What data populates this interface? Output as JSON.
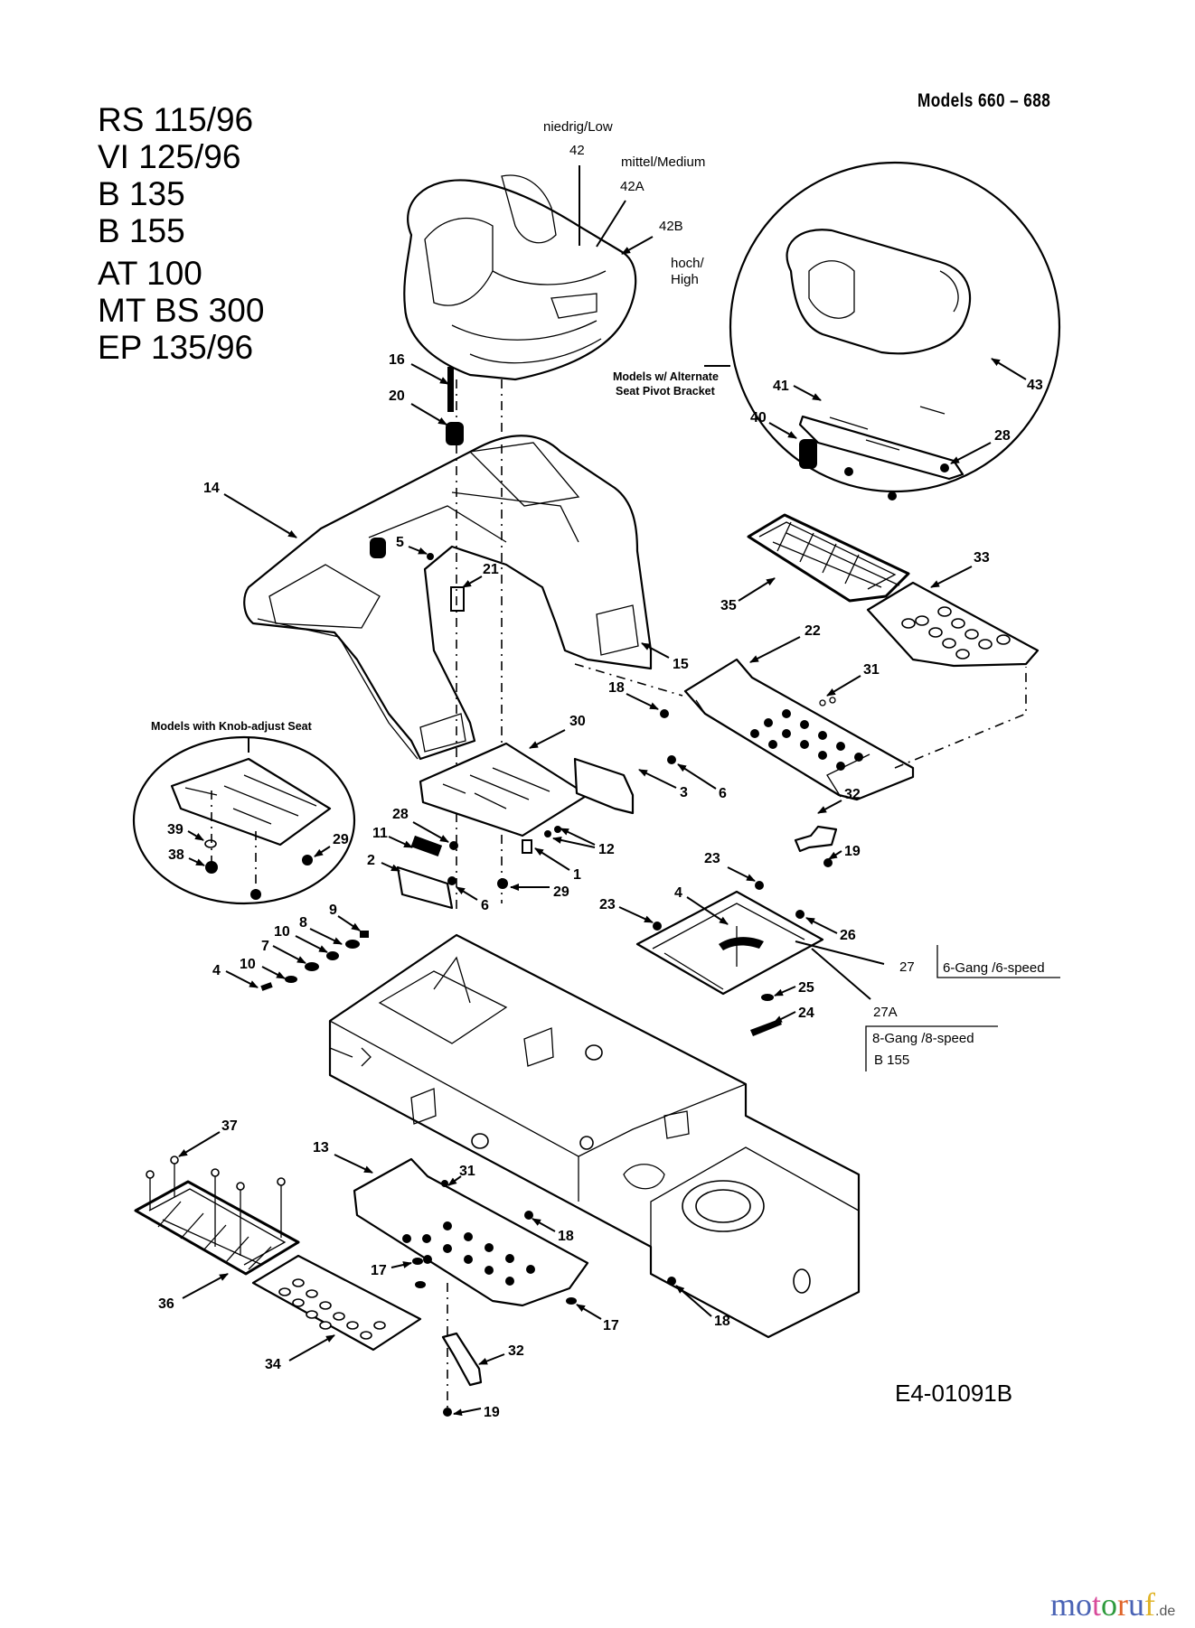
{
  "header": {
    "models_list": [
      "RS 115/96",
      "VI 125/96",
      "B 135",
      "B 155",
      "AT 100",
      "MT BS 300",
      "EP 135/96"
    ],
    "models_range": "Models 660 – 688"
  },
  "seat_options": {
    "low_label": "niedrig/Low",
    "low_ref": "42",
    "medium_label": "mittel/Medium",
    "medium_ref": "42A",
    "high_ref": "42B",
    "high_label_line1": "hoch/",
    "high_label_line2": "High"
  },
  "insets": {
    "alternate_pivot_line1": "Models w/ Alternate",
    "alternate_pivot_line2": "Seat Pivot Bracket",
    "knob_adjust": "Models with Knob-adjust Seat"
  },
  "transmission_notes": {
    "six_speed_ref": "27",
    "six_speed_label": "6-Gang /6-speed",
    "eight_speed_ref": "27A",
    "eight_speed_label": "8-Gang /8-speed",
    "eight_speed_model": "B 155"
  },
  "callouts": {
    "c1": "1",
    "c2": "2",
    "c3": "3",
    "c4a": "4",
    "c4b": "4",
    "c5": "5",
    "c6a": "6",
    "c6b": "6",
    "c7": "7",
    "c8": "8",
    "c9": "9",
    "c10a": "10",
    "c10b": "10",
    "c11": "11",
    "c12": "12",
    "c13": "13",
    "c14": "14",
    "c15": "15",
    "c16": "16",
    "c17a": "17",
    "c17b": "17",
    "c18a": "18",
    "c18b": "18",
    "c18c": "18",
    "c19a": "19",
    "c19b": "19",
    "c20": "20",
    "c21": "21",
    "c22": "22",
    "c23a": "23",
    "c23b": "23",
    "c24": "24",
    "c25": "25",
    "c26": "26",
    "c28a": "28",
    "c28b": "28",
    "c29a": "29",
    "c29b": "29",
    "c30": "30",
    "c31a": "31",
    "c31b": "31",
    "c32a": "32",
    "c32b": "32",
    "c33": "33",
    "c34": "34",
    "c35": "35",
    "c36": "36",
    "c37": "37",
    "c38": "38",
    "c39": "39",
    "c40": "40",
    "c41": "41",
    "c43": "43"
  },
  "drawing_number": "E4-01091B",
  "watermark": {
    "letters": [
      {
        "ch": "m",
        "color": "#4a63b5"
      },
      {
        "ch": "o",
        "color": "#4a63b5"
      },
      {
        "ch": "t",
        "color": "#d84a9a"
      },
      {
        "ch": "o",
        "color": "#2e9a3c"
      },
      {
        "ch": "r",
        "color": "#e0652a"
      },
      {
        "ch": "u",
        "color": "#4a63b5"
      },
      {
        "ch": "f",
        "color": "#e0b42a"
      }
    ],
    "suffix": ".de"
  }
}
